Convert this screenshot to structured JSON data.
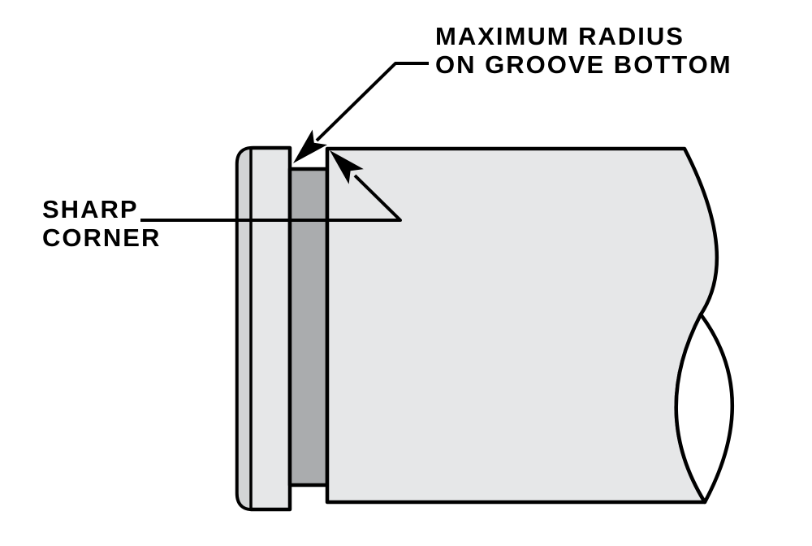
{
  "labels": {
    "max_radius": {
      "line1": "MAXIMUM RADIUS",
      "line2": "ON GROOVE BOTTOM"
    },
    "sharp_corner": {
      "line1": "SHARP",
      "line2": "CORNER"
    }
  },
  "colors": {
    "background": "#ffffff",
    "outline": "#000000",
    "body_fill": "#e6e7e8",
    "edge_strip_fill": "#d2d4d5",
    "groove_fill": "#aaacae"
  }
}
